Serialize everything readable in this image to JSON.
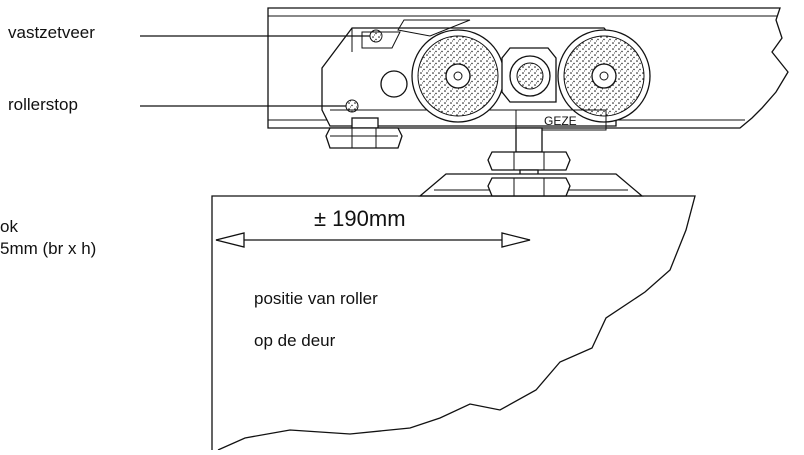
{
  "labels": {
    "vastzetveer": "vastzetveer",
    "rollerstop": "rollerstop",
    "left_line1": "ok",
    "left_line2": "5mm (br x h)",
    "dimension": "± 190mm",
    "brand": "GEZE",
    "door_text1": "positie van roller",
    "door_text2": "op de deur"
  },
  "colors": {
    "line": "#111111",
    "background": "#ffffff"
  }
}
